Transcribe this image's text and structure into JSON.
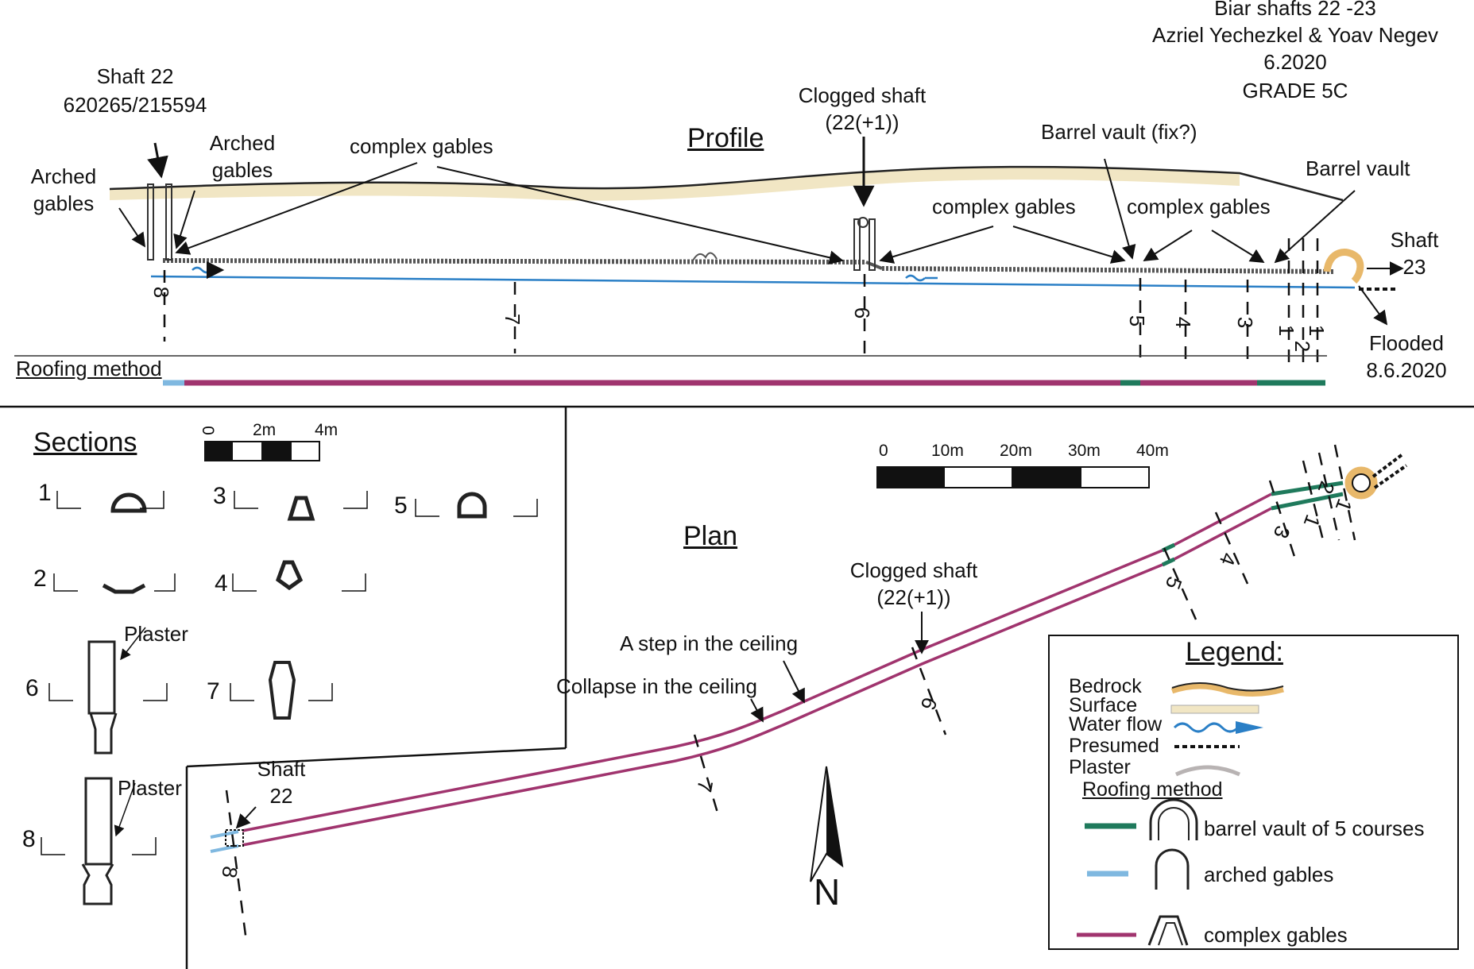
{
  "header": {
    "line1": "Biar shafts 22 -23",
    "line2": "Azriel Yechezkel & Yoav Negev",
    "line3": "6.2020",
    "line4": "GRADE 5C"
  },
  "profile": {
    "title": "Profile",
    "shaft22_name": "Shaft 22",
    "shaft22_coords": "620265/215594",
    "arched_gables_a": "Arched",
    "arched_gables_b": "gables",
    "arched_gables2_a": "Arched",
    "arched_gables2_b": "gables",
    "complex_gables_1": "complex gables",
    "clogged_a": "Clogged shaft",
    "clogged_b": "(22(+1))",
    "barrel_fix": "Barrel vault (fix?)",
    "barrel_vault": "Barrel vault",
    "complex_gables_2": "complex gables",
    "complex_gables_3": "complex gables",
    "shaft23_a": "Shaft",
    "shaft23_b": "23",
    "flooded_a": "Flooded",
    "flooded_b": "8.6.2020",
    "roofing": "Roofing method",
    "section_marks": [
      "8",
      "7",
      "6",
      "5",
      "4",
      "3",
      "1",
      "2",
      "1"
    ]
  },
  "sections": {
    "title": "Sections",
    "scale": [
      "0",
      "2m",
      "4m"
    ],
    "labels": [
      "1",
      "2",
      "3",
      "4",
      "5",
      "6",
      "7",
      "8"
    ],
    "plaster_a": "Plaster",
    "plaster_b": "Plaster"
  },
  "plan": {
    "title": "Plan",
    "scale": [
      "0",
      "10m",
      "20m",
      "30m",
      "40m"
    ],
    "clogged_a": "Clogged shaft",
    "clogged_b": "(22(+1))",
    "step": "A step in the ceiling",
    "collapse": "Collapse in the ceiling",
    "shaft22_a": "Shaft",
    "shaft22_b": "22",
    "north": "N",
    "section_marks": [
      "8",
      "7",
      "6",
      "5",
      "4",
      "3",
      "1",
      "2",
      "1"
    ]
  },
  "legend": {
    "title": "Legend:",
    "bedrock": "Bedrock",
    "surface": "Surface",
    "water": "Water flow",
    "presumed": "Presumed",
    "plaster": "Plaster",
    "roofing": "Roofing method",
    "barrel": "barrel vault of 5 courses",
    "arched": "arched gables",
    "complex": "complex gables"
  },
  "colors": {
    "complex": "#a0346e",
    "barrel": "#1f7a5c",
    "arched": "#7fb8e0",
    "water": "#2a7fc6",
    "bedrock": "#e8b86a"
  }
}
